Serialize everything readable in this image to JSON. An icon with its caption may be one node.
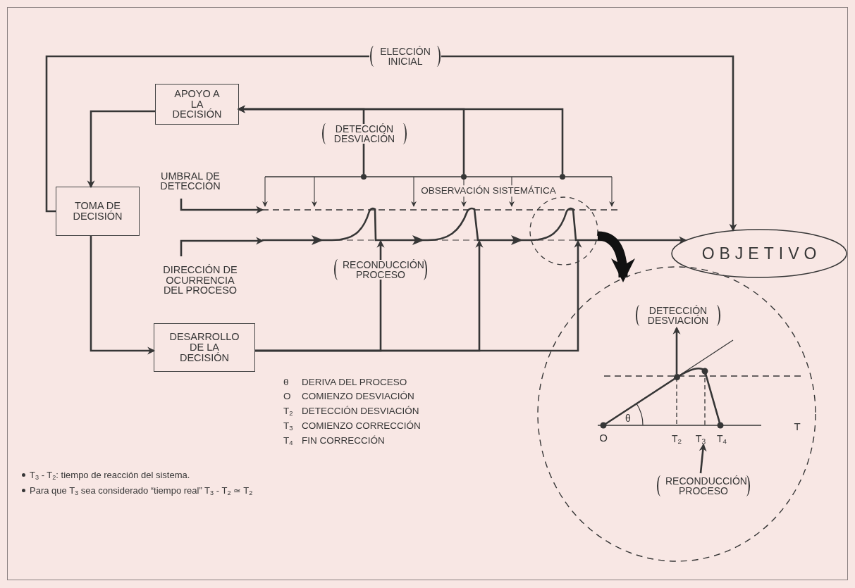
{
  "diagram": {
    "nodes": [
      {
        "text": [
          "APOYO A LA DECISIÓN"
        ]
      },
      {
        "text": [
          "TOMA DE DECISIÓN"
        ]
      },
      {
        "text": [
          "DESARROLLO DE LA DECISIÓN"
        ]
      },
      {
        "text": [
          "OBJETIVO"
        ]
      },
      {
        "text": [
          "UMBRAL DE DETECCIÓN"
        ]
      },
      {
        "text": [
          "DIRECCIÓN DE OCURRENCIA DEL PROCESO"
        ]
      },
      {
        "text": [],
        "shape": "line"
      },
      {
        "text": [],
        "shape": "dot"
      },
      {
        "text": [],
        "shape": "dot"
      },
      {
        "text": [],
        "shape": "dot"
      },
      {
        "text": [],
        "shape": "line"
      },
      {
        "text": [],
        "shape": "circle"
      },
      {
        "text": [
          "DETECCIÓN DESVIACIÓN"
        ],
        "in": 11
      },
      {
        "text": [
          "RECONDUCCIÓN PROCESO"
        ],
        "in": 11
      },
      {
        "text": [],
        "shape": "dot",
        "in": 11
      },
      {
        "text": [
          "T$_{3}$"
        ],
        "in": 11
      }
    ],
    "edges": [
      {
        "from": 1,
        "to": 3,
        "arrow": "to",
        "label": "ELECCIÓN INICIAL"
      },
      {
        "from": 0,
        "to": 1,
        "arrow": "to"
      },
      {
        "from": 1,
        "to": 2,
        "arrow": "to"
      },
      {
        "from": 7,
        "to": 0,
        "arrow": "to",
        "label": "DETECCIÓN DESVIACIÓN"
      },
      {
        "from": 8,
        "to": 0,
        "arrow": "to"
      },
      {
        "from": 9,
        "to": 0,
        "arrow": "to"
      },
      {
        "from": 2,
        "to": 6,
        "arrow": "to",
        "label": "RECONDUCCIÓN PROCESO"
      },
      {
        "from": 2,
        "to": 6,
        "arrow": "to"
      },
      {
        "from": 2,
        "to": 6,
        "arrow": "to"
      },
      {
        "from": 6,
        "to": 3,
        "arrow": "to"
      },
      {
        "from": 4,
        "to": 10,
        "arrow": "to"
      },
      {
        "from": 5,
        "to": 6,
        "arrow": "to"
      },
      {
        "from": 6,
        "to": 11,
        "arrow": "to",
        "style": "thick",
        "color": "#111111"
      },
      {
        "from": 14,
        "to": 12,
        "arrow": "to"
      },
      {
        "from": 13,
        "to": 15,
        "arrow": "to"
      }
    ],
    "labels": [
      "OBSERVACIÓN SISTEMÁTICA",
      "θ",
      "DERIVA DEL PROCESO",
      "O",
      "COMIENZO DESVIACIÓN",
      "T$_{2}$",
      "DETECCIÓN DESVIACIÓN",
      "T$_{3}$",
      "COMIENZO CORRECCIÓN",
      "T$_{4}$",
      "FIN CORRECCIÓN",
      "T$_{3}$ - T$_{2}$: tiempo de reacción del sistema.",
      "Para que T$_{3}$ sea considerado “tiempo real” T$_{3}$ - T$_{2}$ ≃ T$_{2}$",
      "θ",
      "O",
      "T$_{2}$",
      "T$_{4}$",
      "T"
    ]
  }
}
